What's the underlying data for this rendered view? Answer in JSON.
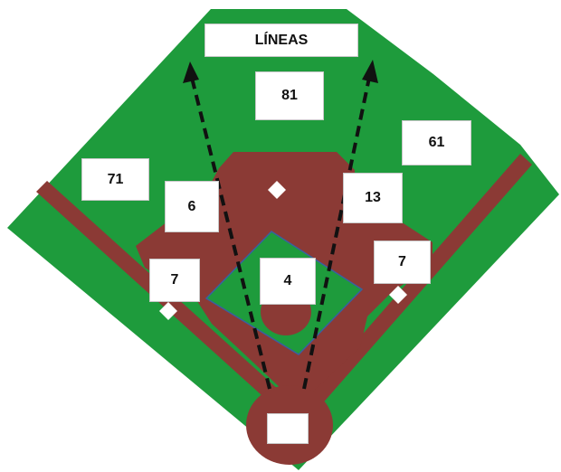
{
  "title": "LÍNEAS",
  "colors": {
    "grass": "#1e9b3c",
    "dirt": "#8b3a35",
    "base": "#ffffff",
    "line": "#111111",
    "box": "#ffffff",
    "baseline_edge": "#3a5fa0"
  },
  "boxes": {
    "center_field": "81",
    "left_field": "71",
    "right_field": "61",
    "shortstop": "6",
    "second_base_side": "13",
    "third_base": "7",
    "first_base": "7",
    "pitcher": "4",
    "home_plate": ""
  }
}
